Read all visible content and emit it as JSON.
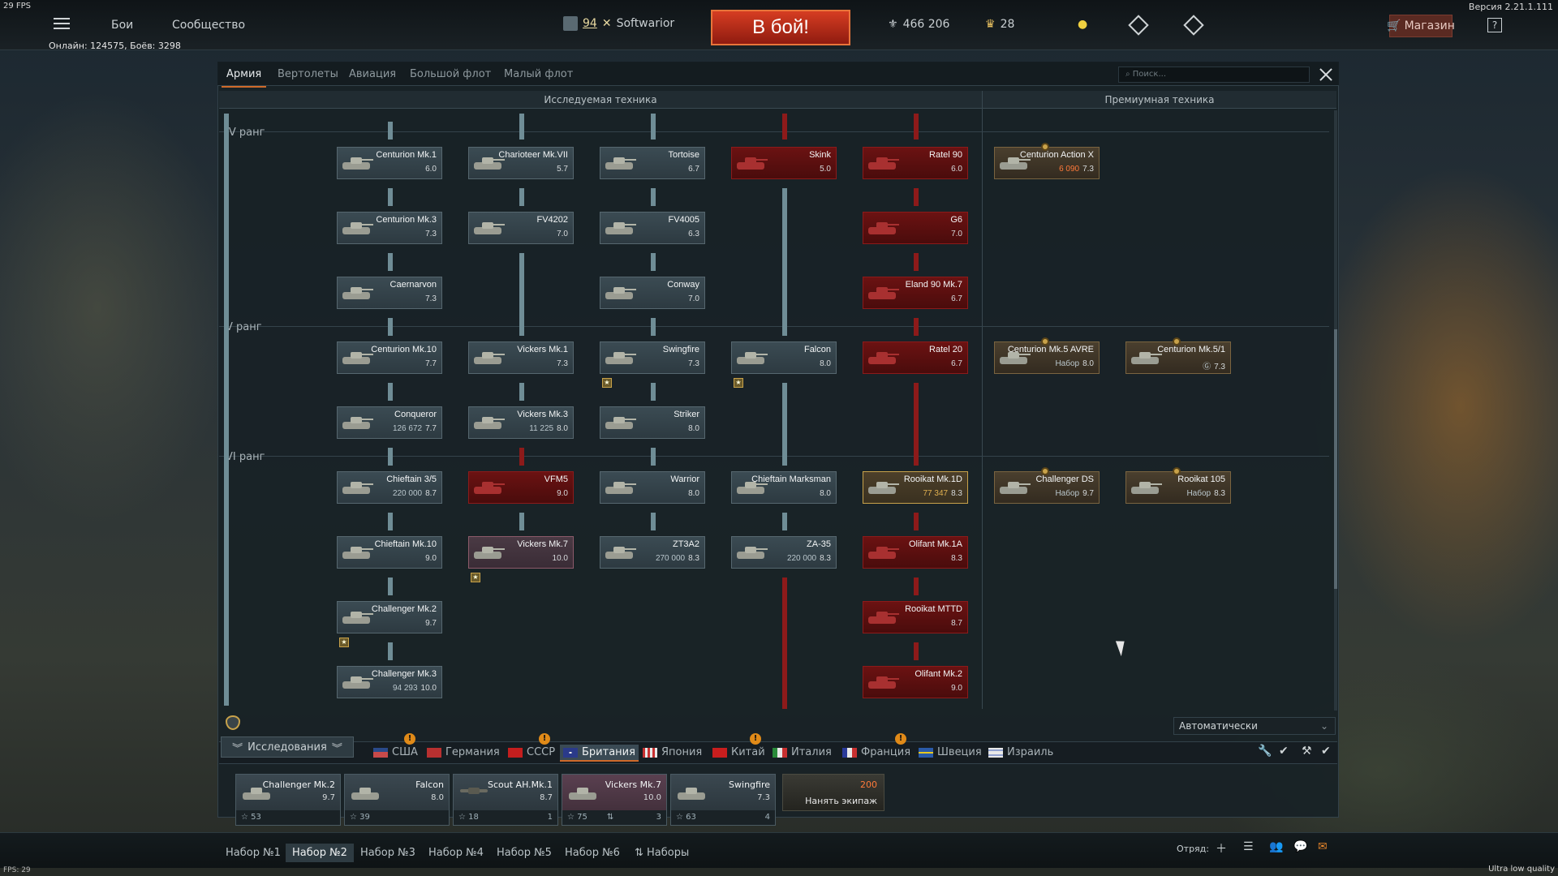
{
  "fps_top": "29 FPS",
  "version": "Версия 2.21.1.111",
  "topbar": {
    "battles": "Бои",
    "community": "Сообщество",
    "level": "94",
    "player": "Softwarior",
    "to_battle": "В бой!",
    "silver": "466 206",
    "gold": "28",
    "shop": "Магазин",
    "help": "?"
  },
  "online": "Онлайн: 124575, Боёв: 3298",
  "tabs": [
    "Армия",
    "Вертолеты",
    "Авиация",
    "Большой флот",
    "Малый флот"
  ],
  "search": {
    "placeholder": "Поиск..."
  },
  "sections": {
    "researched": "Исследуемая техника",
    "premium": "Премиумная техника"
  },
  "ranks": {
    "r4": "IV ранг",
    "r5": "V ранг",
    "r6": "VI ранг"
  },
  "tree": {
    "c1": [
      {
        "name": "Centurion Mk.1",
        "br": "6.0"
      },
      {
        "name": "Centurion Mk.3",
        "br": "7.3"
      },
      {
        "name": "Caernarvon",
        "br": "7.3"
      },
      {
        "name": "Centurion Mk.10",
        "br": "7.7"
      },
      {
        "name": "Conqueror",
        "rp": "126 672",
        "br": "7.7"
      },
      {
        "name": "Chieftain 3/5",
        "rp": "220 000",
        "br": "8.7"
      },
      {
        "name": "Chieftain Mk.10",
        "br": "9.0"
      },
      {
        "name": "Challenger Mk.2",
        "br": "9.7"
      },
      {
        "name": "Challenger Mk.3",
        "rp": "94 293",
        "br": "10.0"
      }
    ],
    "c2": [
      {
        "name": "Charioteer Mk.VII",
        "br": "5.7"
      },
      {
        "name": "FV4202",
        "br": "7.0"
      },
      {
        "name": "Vickers Mk.1",
        "br": "7.3"
      },
      {
        "name": "Vickers Mk.3",
        "rp": "11 225",
        "br": "8.0"
      },
      {
        "name": "VFM5",
        "br": "9.0"
      },
      {
        "name": "Vickers Mk.7",
        "br": "10.0"
      }
    ],
    "c3": [
      {
        "name": "Tortoise",
        "br": "6.7"
      },
      {
        "name": "FV4005",
        "br": "6.3"
      },
      {
        "name": "Conway",
        "br": "7.0"
      },
      {
        "name": "Swingfire",
        "br": "7.3"
      },
      {
        "name": "Striker",
        "br": "8.0"
      },
      {
        "name": "Warrior",
        "br": "8.0"
      },
      {
        "name": "ZT3A2",
        "rp": "270 000",
        "br": "8.3"
      }
    ],
    "c4": [
      {
        "name": "Skink",
        "br": "5.0"
      },
      {
        "name": "Falcon",
        "br": "8.0"
      },
      {
        "name": "Chieftain Marksman",
        "br": "8.0"
      },
      {
        "name": "ZA-35",
        "rp": "220 000",
        "br": "8.3"
      }
    ],
    "c5": [
      {
        "name": "Ratel 90",
        "br": "6.0"
      },
      {
        "name": "G6",
        "br": "7.0"
      },
      {
        "name": "Eland 90 Mk.7",
        "br": "6.7"
      },
      {
        "name": "Ratel 20",
        "br": "6.7"
      },
      {
        "name": "Rooikat Mk.1D",
        "rp": "77 347",
        "br": "8.3"
      },
      {
        "name": "Olifant Mk.1A",
        "br": "8.3"
      },
      {
        "name": "Rooikat MTTD",
        "br": "8.7"
      },
      {
        "name": "Olifant Mk.2",
        "br": "9.0"
      }
    ],
    "premium": [
      {
        "name": "Centurion Action X",
        "gold": "6 090",
        "br": "7.3"
      },
      {
        "name": "Centurion Mk.5 AVRE",
        "tag": "Набор",
        "br": "8.0"
      },
      {
        "name": "Centurion Mk.5/1",
        "tag": "Ⓖ",
        "br": "7.3"
      },
      {
        "name": "Challenger DS",
        "tag": "Набор",
        "br": "9.7"
      },
      {
        "name": "Rooikat 105",
        "tag": "Набор",
        "br": "8.3"
      }
    ]
  },
  "auto_select": "Автоматически",
  "research_label": "Исследования",
  "nations": [
    "США",
    "Германия",
    "СССР",
    "Британия",
    "Япония",
    "Китай",
    "Италия",
    "Франция",
    "Швеция",
    "Израиль"
  ],
  "crew": [
    {
      "name": "Challenger Mk.2",
      "br": "9.7",
      "num": "53"
    },
    {
      "name": "Falcon",
      "br": "8.0",
      "num": "39"
    },
    {
      "name": "Scout AH.Mk.1",
      "br": "8.7",
      "num": "18",
      "slot": "1"
    },
    {
      "name": "Vickers Mk.7",
      "br": "10.0",
      "num": "75",
      "slot": "3"
    },
    {
      "name": "Swingfire",
      "br": "7.3",
      "num": "63",
      "slot": "4"
    }
  ],
  "hire": {
    "cost": "200",
    "label": "Нанять экипаж"
  },
  "presets": [
    "Набор №1",
    "Набор №2",
    "Набор №3",
    "Набор №4",
    "Набор №5",
    "Набор №6",
    "Наборы"
  ],
  "squad": "Отряд:",
  "quality": "Ultra low quality",
  "fps_bottom": "FPS: 29",
  "colors": {
    "accent": "#cf6a2a",
    "battle": "#c7301a",
    "line": "#6f8d96",
    "premium_line": "#8d1a1a"
  }
}
